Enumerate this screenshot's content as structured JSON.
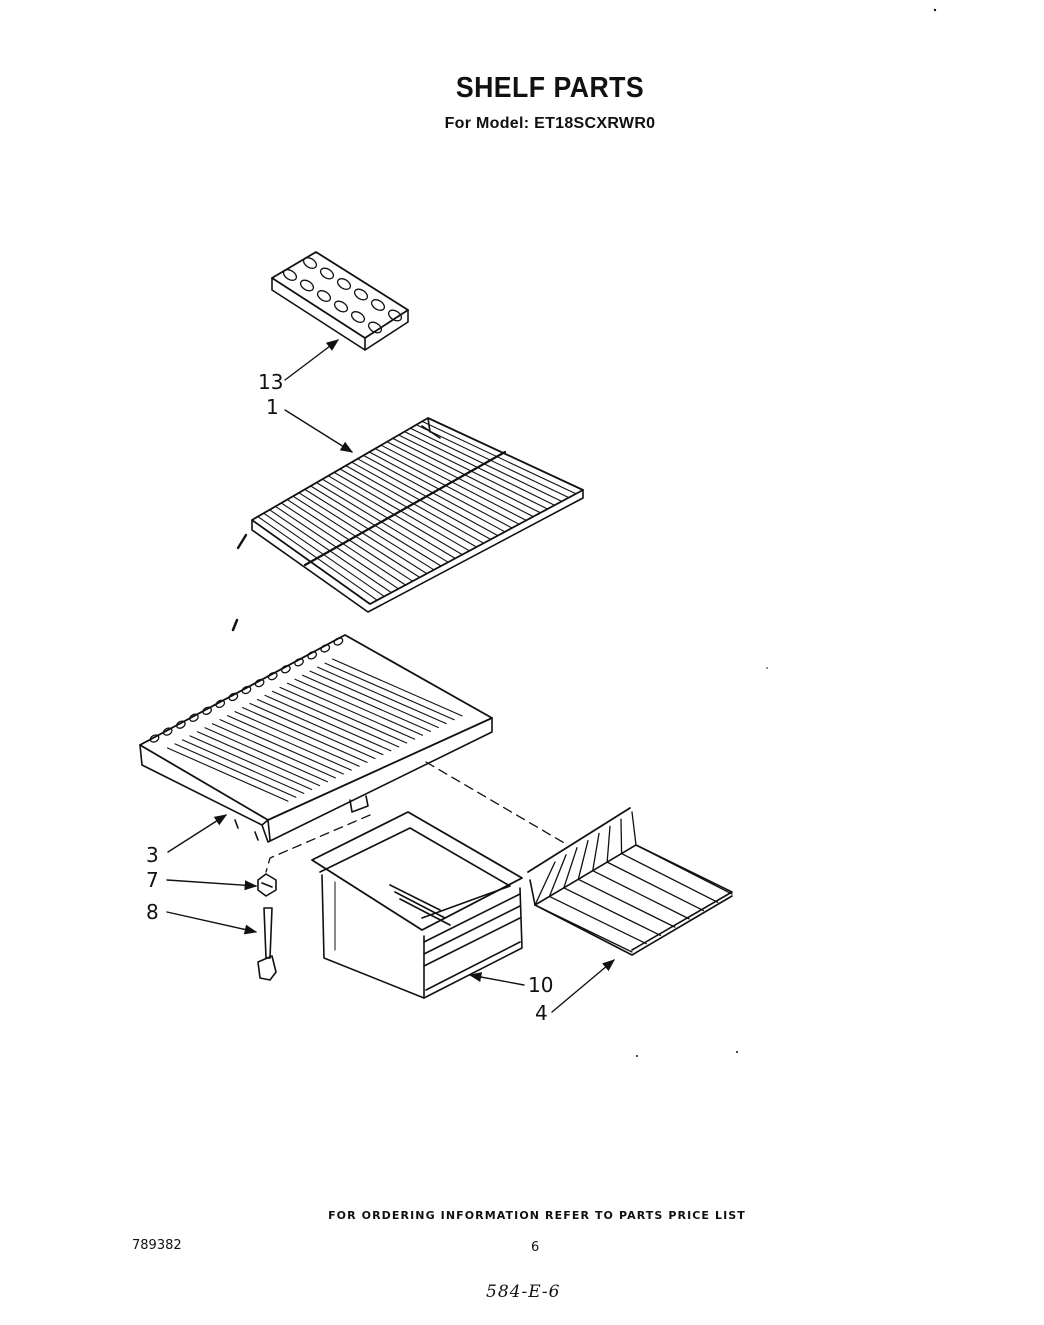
{
  "header": {
    "title": "SHELF PARTS",
    "model_line": "For Model: ET18SCXRWR0"
  },
  "callouts": [
    {
      "id": "13",
      "label": "13"
    },
    {
      "id": "1",
      "label": "1"
    },
    {
      "id": "3",
      "label": "3"
    },
    {
      "id": "7",
      "label": "7"
    },
    {
      "id": "8",
      "label": "8"
    },
    {
      "id": "10",
      "label": "10"
    },
    {
      "id": "4",
      "label": "4"
    }
  ],
  "footer": {
    "ordering_note": "FOR ORDERING INFORMATION REFER TO PARTS PRICE LIST",
    "doc_number": "789382",
    "page_number": "6",
    "handwritten_code": "584-E-6"
  },
  "colors": {
    "ink": "#111111",
    "paper": "#ffffff"
  }
}
